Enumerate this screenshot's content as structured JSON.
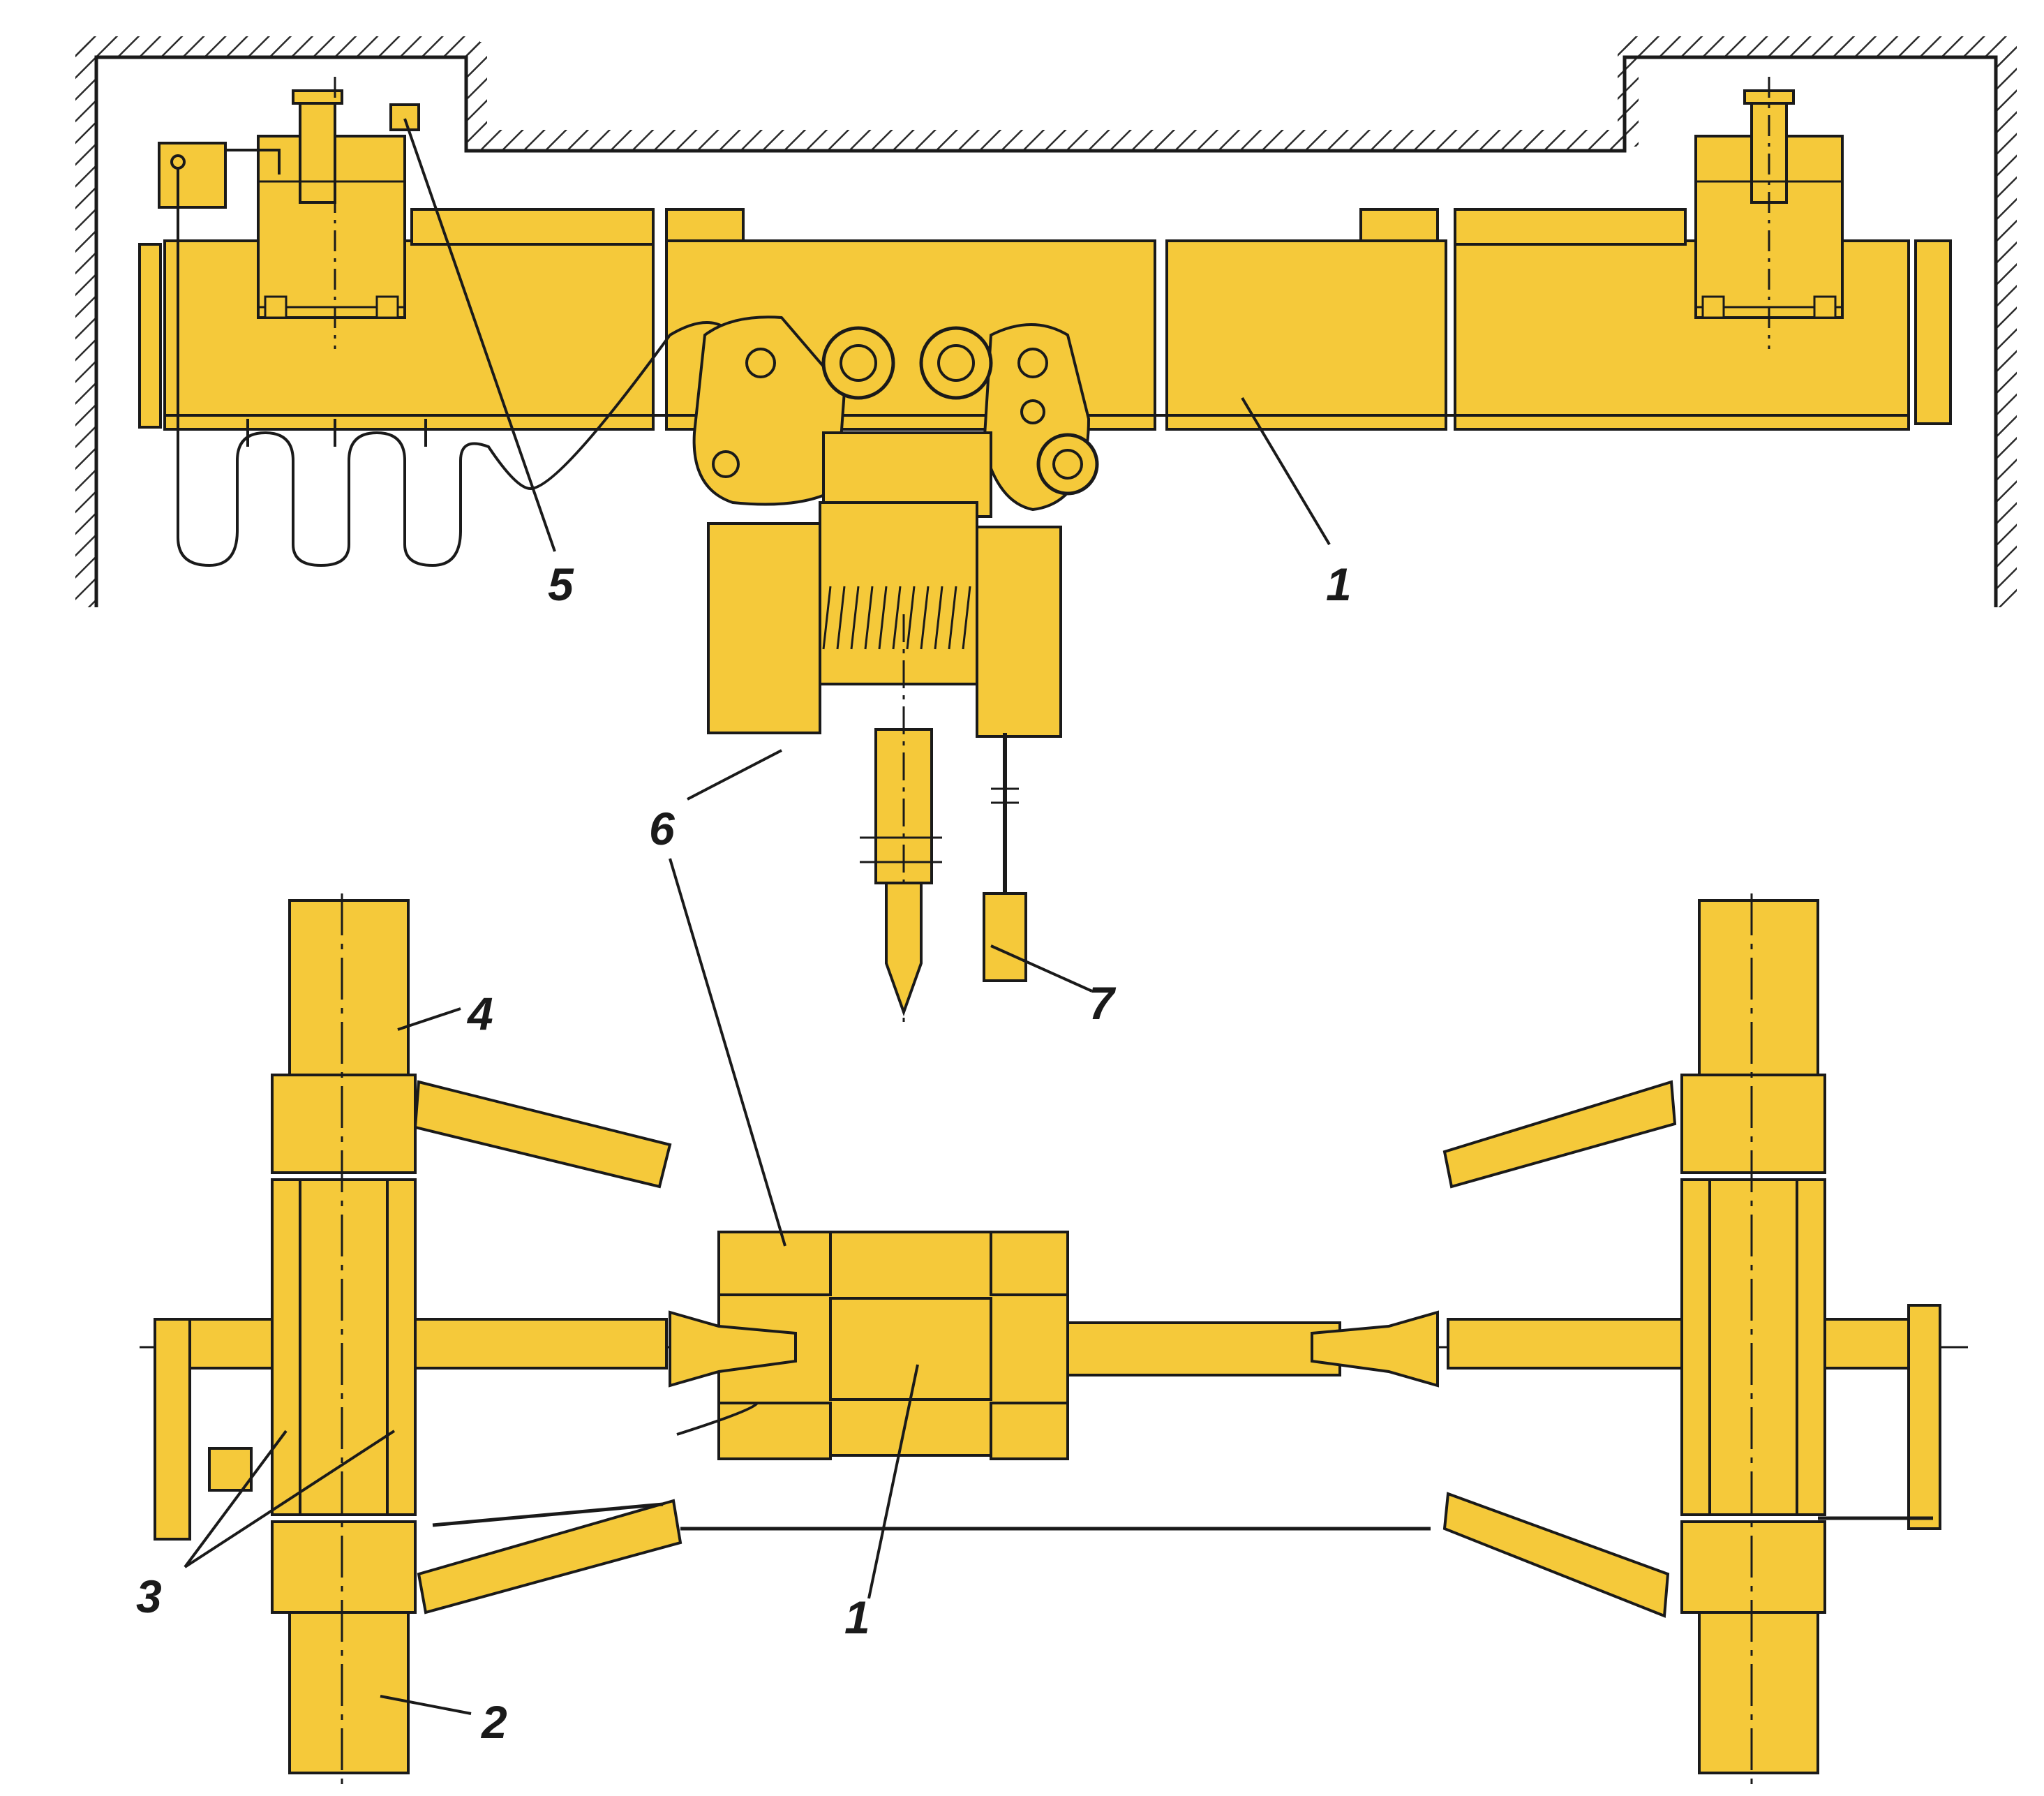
{
  "colors": {
    "body": "#f5c93a",
    "body_dark": "#e8b52a",
    "outline": "#1a1a1a",
    "paper": "#ffffff",
    "hatch": "#2a2a2a"
  },
  "callouts": [
    {
      "id": "1",
      "text": "1"
    },
    {
      "id": "1b",
      "text": "1"
    },
    {
      "id": "2",
      "text": "2"
    },
    {
      "id": "3",
      "text": "3"
    },
    {
      "id": "4",
      "text": "4"
    },
    {
      "id": "5",
      "text": "5"
    },
    {
      "id": "6",
      "text": "6"
    },
    {
      "id": "7",
      "text": "7"
    }
  ]
}
